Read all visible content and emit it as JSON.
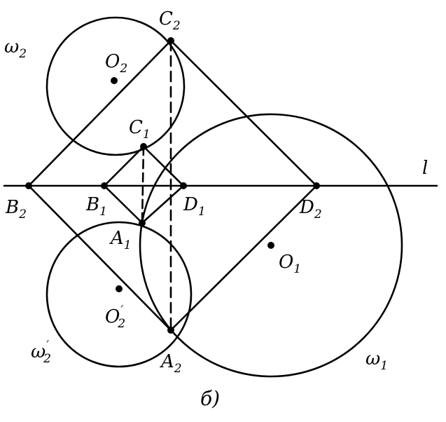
{
  "colors": {
    "ink": "#000000",
    "paper": "#ffffff"
  },
  "labels": {
    "omega2": {
      "main": "ω",
      "sub": "2",
      "sup": ""
    },
    "O2": {
      "main": "O",
      "sub": "2",
      "sup": ""
    },
    "C2": {
      "main": "C",
      "sub": "2",
      "sup": ""
    },
    "C1": {
      "main": "C",
      "sub": "1",
      "sup": ""
    },
    "l": {
      "main": "l",
      "sub": "",
      "sup": ""
    },
    "B2": {
      "main": "B",
      "sub": "2",
      "sup": ""
    },
    "B1": {
      "main": "B",
      "sub": "1",
      "sup": ""
    },
    "D1": {
      "main": "D",
      "sub": "1",
      "sup": ""
    },
    "D2": {
      "main": "D",
      "sub": "2",
      "sup": ""
    },
    "A1": {
      "main": "A",
      "sub": "1",
      "sup": ""
    },
    "O1": {
      "main": "O",
      "sub": "1",
      "sup": ""
    },
    "O2prime": {
      "main": "O",
      "sub": "2",
      "sup": "′"
    },
    "omega2prime": {
      "main": "ω",
      "sub": "2",
      "sup": "′"
    },
    "A2": {
      "main": "A",
      "sub": "2",
      "sup": ""
    },
    "omega1": {
      "main": "ω",
      "sub": "1",
      "sup": ""
    }
  },
  "caption": "б)"
}
